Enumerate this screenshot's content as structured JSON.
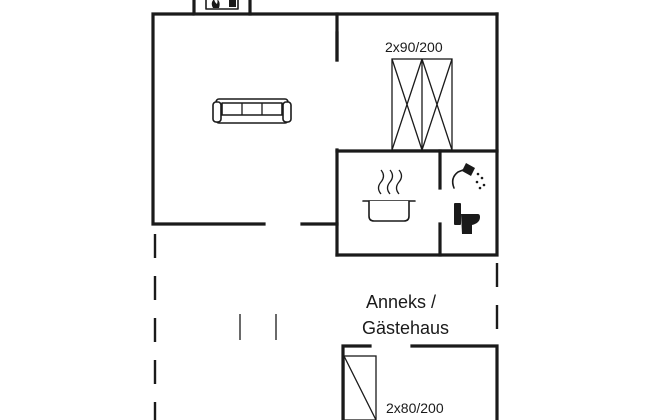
{
  "floorplan": {
    "beds": [
      {
        "label": "2x90/200"
      },
      {
        "label": "2x80/200"
      }
    ],
    "annex": {
      "line1": "Anneks /",
      "line2": "Gästehaus"
    },
    "icons": [
      "stove-icon",
      "sofa-icon",
      "kitchen-pot-icon",
      "shower-icon",
      "toilet-icon"
    ]
  }
}
